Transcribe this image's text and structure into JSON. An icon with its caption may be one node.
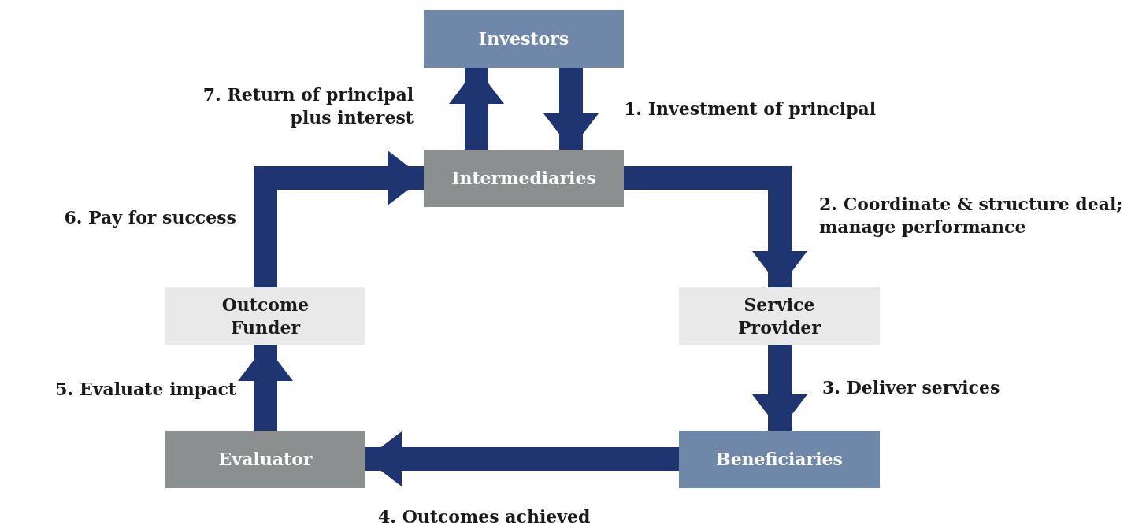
{
  "diagram": {
    "nodes": [
      {
        "text": [
          "Investors"
        ]
      },
      {
        "text": [
          "Intermediaries"
        ]
      },
      {
        "text": [
          "Service Provider"
        ]
      },
      {
        "text": [
          "Beneficiaries"
        ]
      },
      {
        "text": [
          "Evaluator"
        ]
      },
      {
        "text": [
          "Outcome Funder"
        ]
      }
    ],
    "edges": [
      {
        "from": 0,
        "to": 1,
        "arrow": "to",
        "label": "1. Investment of principal"
      },
      {
        "from": 1,
        "to": 2,
        "arrow": "to",
        "label": "2. Coordinate & structure deal; manage performance"
      },
      {
        "from": 2,
        "to": 3,
        "arrow": "to",
        "label": "3. Deliver services"
      },
      {
        "from": 3,
        "to": 4,
        "arrow": "to",
        "label": "4. Outcomes achieved"
      },
      {
        "from": 4,
        "to": 5,
        "arrow": "to",
        "label": "5. Evaluate impact"
      },
      {
        "from": 5,
        "to": 1,
        "arrow": "to",
        "label": "6. Pay for success"
      },
      {
        "from": 1,
        "to": 0,
        "arrow": "to",
        "label": "7. Return of principal plus interest"
      }
    ]
  }
}
